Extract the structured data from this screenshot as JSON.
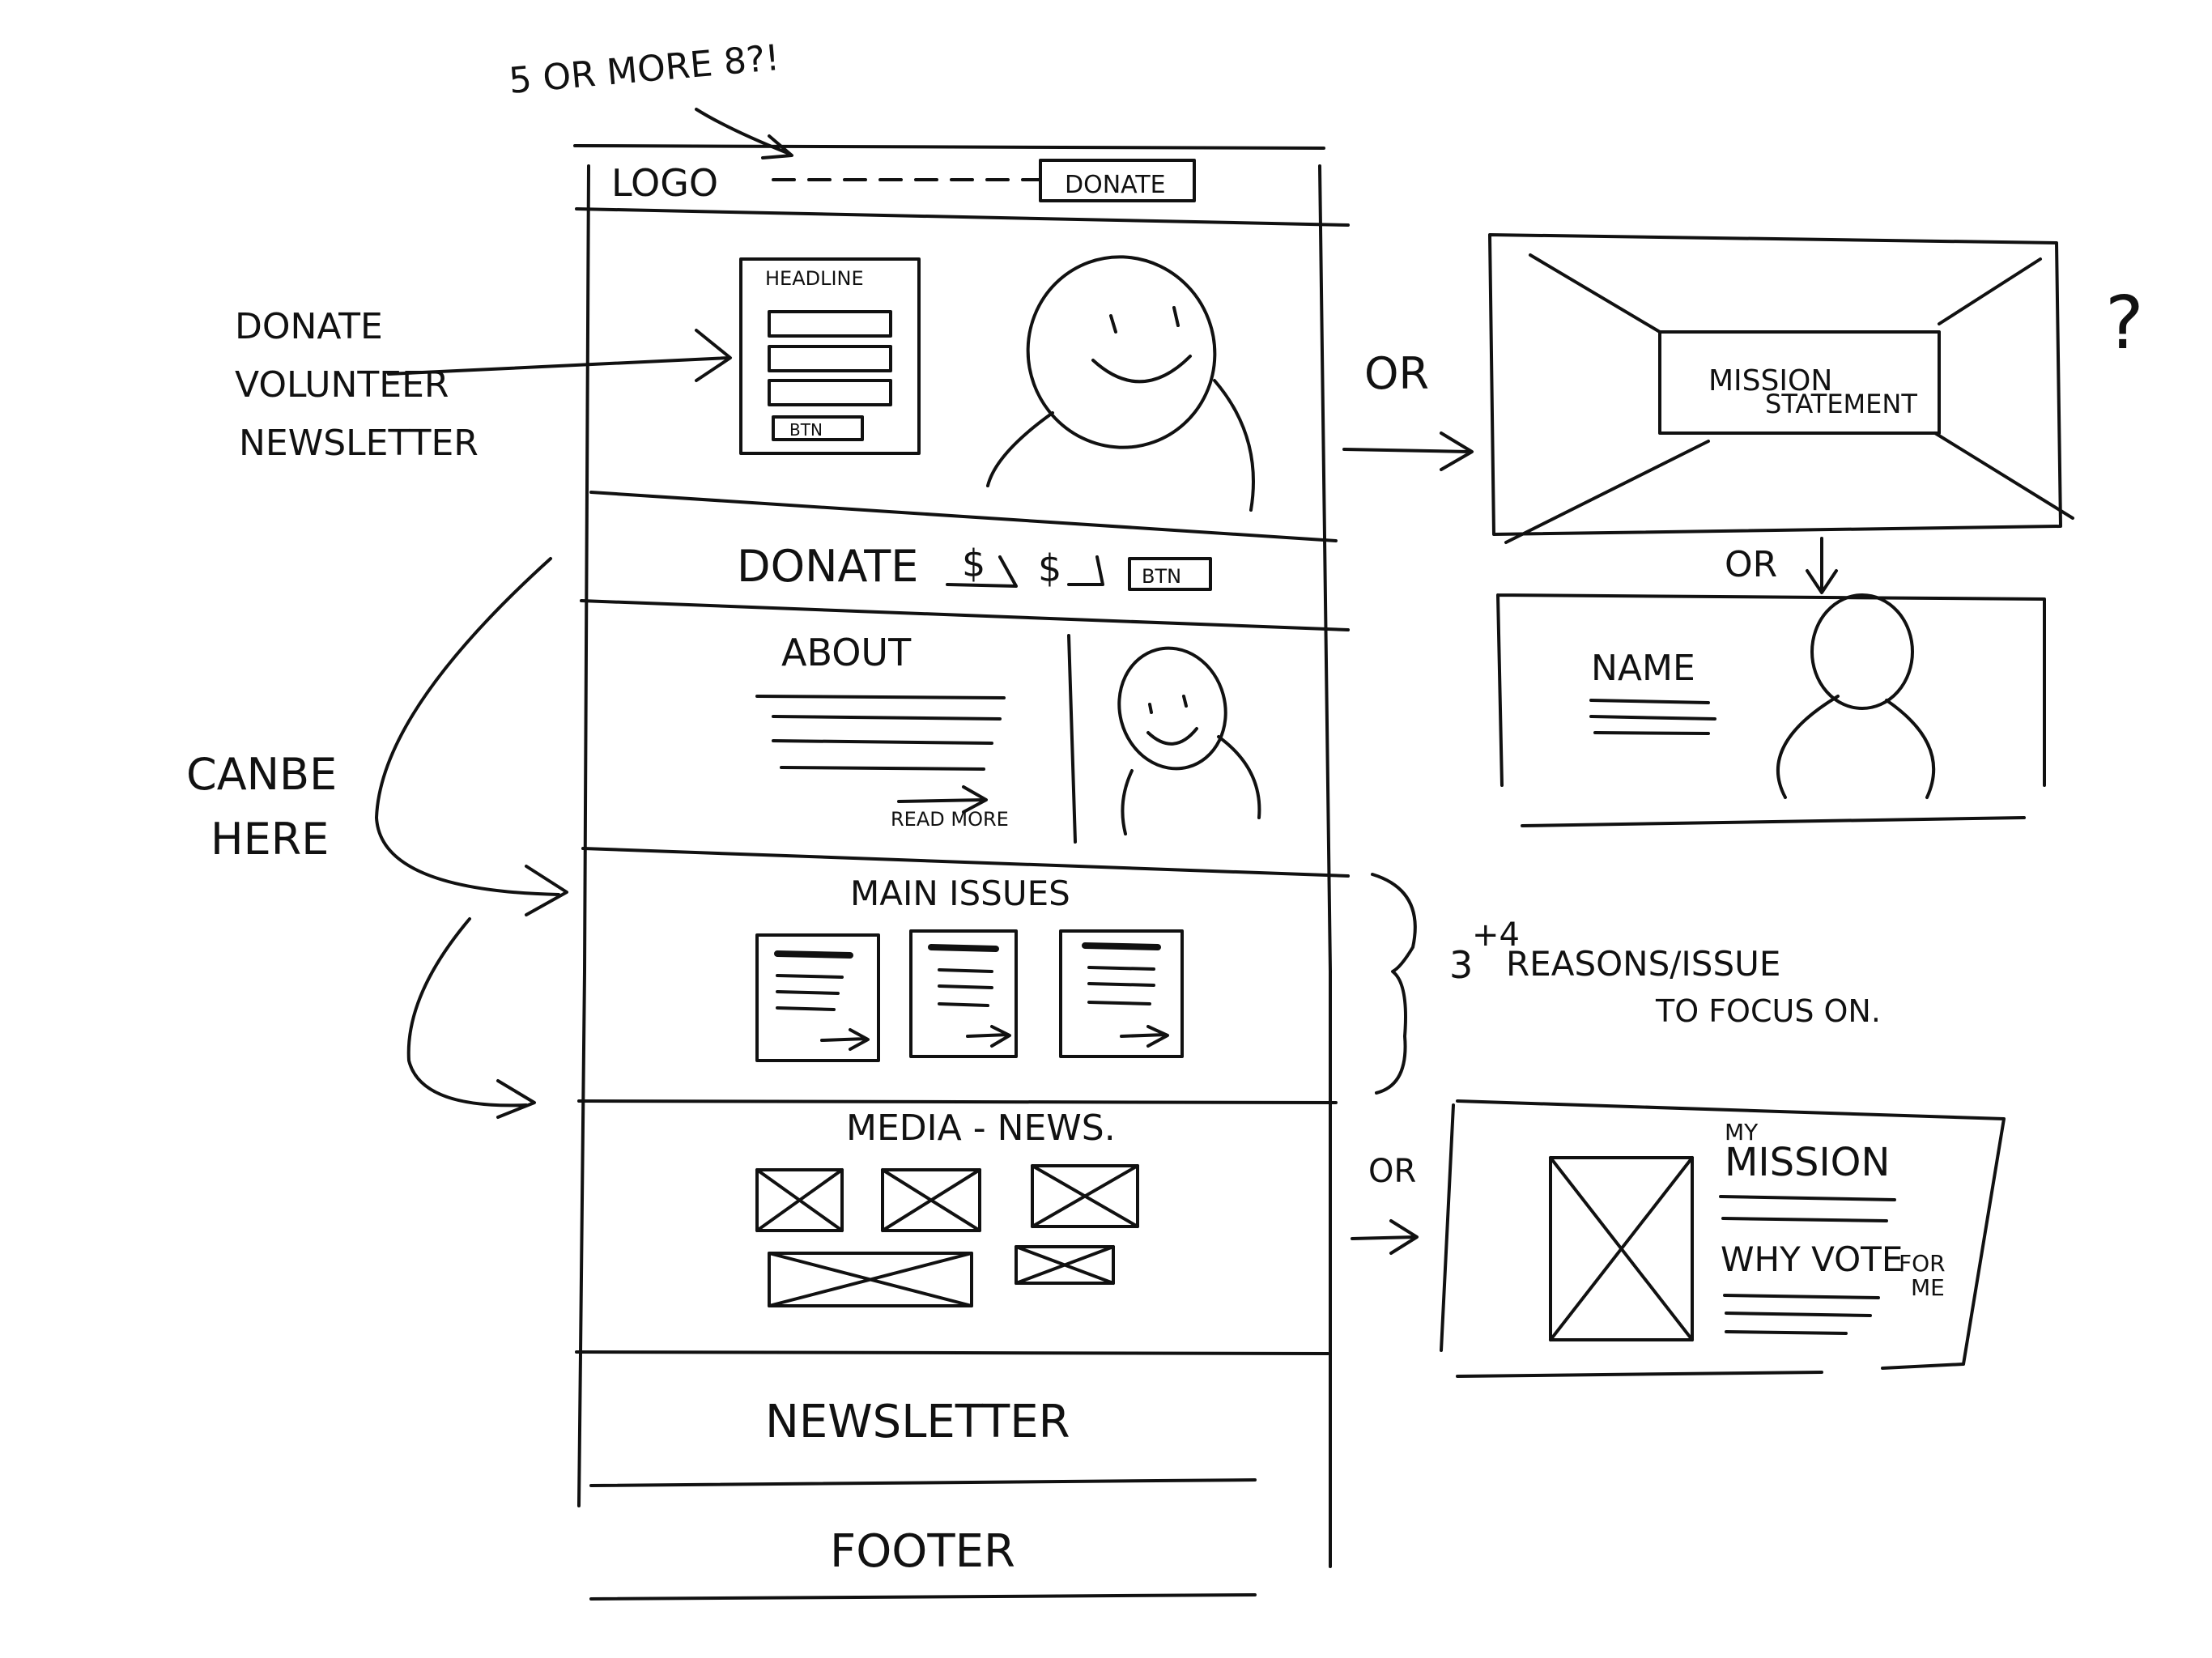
{
  "ink_color": "#111111",
  "paper_color": "#ffffff",
  "top_note": "5 OR MORE 8?!",
  "wireframe": {
    "header": {
      "logo": "LOGO",
      "donate_button": "DONATE"
    },
    "hero": {
      "headline": "HEADLINE",
      "button": "BTN"
    },
    "donate_bar": {
      "label": "DONATE",
      "amount_1": "$",
      "amount_2": "$",
      "button": "BTN"
    },
    "about": {
      "title": "ABOUT",
      "read_more": "READ MORE"
    },
    "issues": {
      "title": "MAIN ISSUES"
    },
    "media": {
      "title": "MEDIA - NEWS."
    },
    "newsletter": {
      "title": "NEWSLETTER"
    },
    "footer": {
      "title": "FOOTER"
    }
  },
  "left_notes": {
    "form_options": [
      "DONATE",
      "VOLUNTEER",
      "NEWSLETTER"
    ],
    "can_be_here": [
      "CANBE",
      "HERE"
    ]
  },
  "right_notes": {
    "or_1": "OR",
    "or_2": "OR",
    "or_3": "OR",
    "question_mark": "?",
    "issues_note": {
      "count": "3",
      "superscript": "+4",
      "text": "REASONS/ISSUE",
      "line_2": "TO FOCUS ON."
    }
  },
  "alternates": {
    "mission_hero": {
      "label": "MISSION",
      "label_2": "STATEMENT"
    },
    "name_hero": {
      "label": "NAME"
    },
    "mission_panel": {
      "my": "MY",
      "mission": "MISSION",
      "why_vote": "WHY VOTE",
      "for": "FOR",
      "me": "ME"
    }
  }
}
